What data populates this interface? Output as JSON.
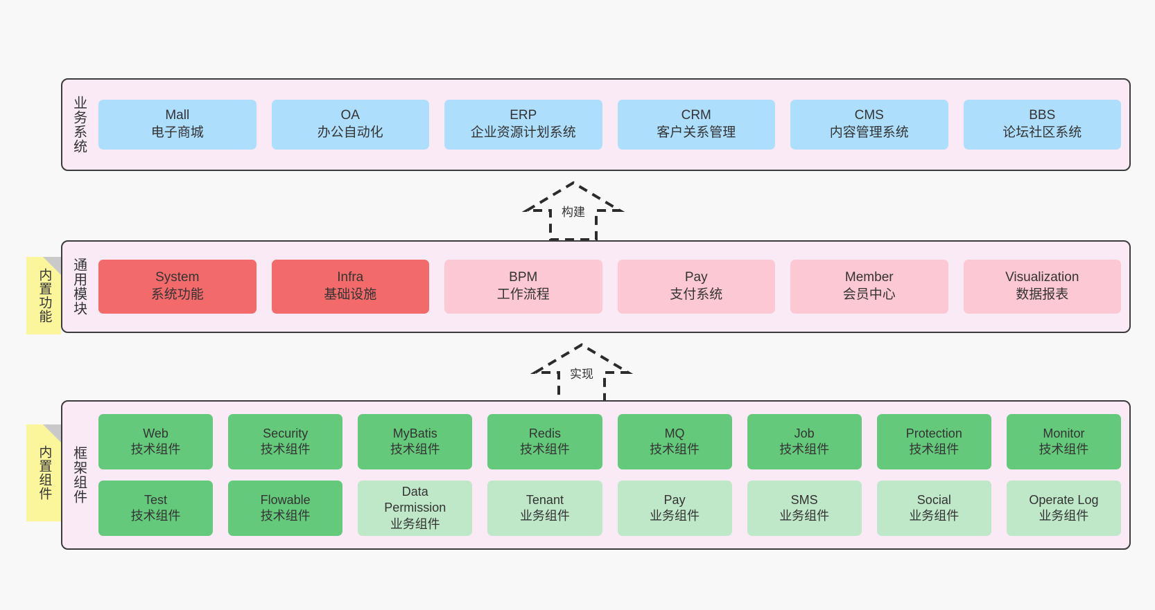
{
  "diagram": {
    "title": "System architecture layers",
    "background": "#f8f8f8"
  },
  "colors": {
    "panel_bg": "#f9eaf5",
    "panel_border": "#3b3b3b",
    "business_card": "#addefc",
    "core_module_card": "#f26a6a",
    "module_card": "#fbc8d3",
    "tech_component_card": "#65c97b",
    "business_component_card": "#bfe8c8",
    "note_bg": "#fbf59b",
    "note_fold": "#c9c9c9"
  },
  "layers": [
    {
      "id": "business",
      "title": "业务系统",
      "rows": [
        {
          "cards": [
            {
              "en": "Mall",
              "cn": "电子商城",
              "style": "c-blue"
            },
            {
              "en": "OA",
              "cn": "办公自动化",
              "style": "c-blue"
            },
            {
              "en": "ERP",
              "cn": "企业资源计划系统",
              "style": "c-blue"
            },
            {
              "en": "CRM",
              "cn": "客户关系管理",
              "style": "c-blue"
            },
            {
              "en": "CMS",
              "cn": "内容管理系统",
              "style": "c-blue"
            },
            {
              "en": "BBS",
              "cn": "论坛社区系统",
              "style": "c-blue"
            }
          ]
        }
      ]
    },
    {
      "id": "common",
      "title": "通用模块",
      "rows": [
        {
          "cards": [
            {
              "en": "System",
              "cn": "系统功能",
              "style": "c-red"
            },
            {
              "en": "Infra",
              "cn": "基础设施",
              "style": "c-red"
            },
            {
              "en": "BPM",
              "cn": "工作流程",
              "style": "c-pink"
            },
            {
              "en": "Pay",
              "cn": "支付系统",
              "style": "c-pink"
            },
            {
              "en": "Member",
              "cn": "会员中心",
              "style": "c-pink"
            },
            {
              "en": "Visualization",
              "cn": "数据报表",
              "style": "c-pink"
            }
          ]
        }
      ]
    },
    {
      "id": "framework",
      "title": "框架组件",
      "rows": [
        {
          "cards": [
            {
              "en": "Web",
              "cn": "技术组件",
              "style": "c-green"
            },
            {
              "en": "Security",
              "cn": "技术组件",
              "style": "c-green"
            },
            {
              "en": "MyBatis",
              "cn": "技术组件",
              "style": "c-green"
            },
            {
              "en": "Redis",
              "cn": "技术组件",
              "style": "c-green"
            },
            {
              "en": "MQ",
              "cn": "技术组件",
              "style": "c-green"
            },
            {
              "en": "Job",
              "cn": "技术组件",
              "style": "c-green"
            },
            {
              "en": "Protection",
              "cn": "技术组件",
              "style": "c-green"
            },
            {
              "en": "Monitor",
              "cn": "技术组件",
              "style": "c-green"
            }
          ]
        },
        {
          "cards": [
            {
              "en": "Test",
              "cn": "技术组件",
              "style": "c-green"
            },
            {
              "en": "Flowable",
              "cn": "技术组件",
              "style": "c-green"
            },
            {
              "en": "Data\nPermission",
              "cn": "业务组件",
              "style": "c-lightgreen"
            },
            {
              "en": "Tenant",
              "cn": "业务组件",
              "style": "c-lightgreen"
            },
            {
              "en": "Pay",
              "cn": "业务组件",
              "style": "c-lightgreen"
            },
            {
              "en": "SMS",
              "cn": "业务组件",
              "style": "c-lightgreen"
            },
            {
              "en": "Social",
              "cn": "业务组件",
              "style": "c-lightgreen"
            },
            {
              "en": "Operate Log",
              "cn": "业务组件",
              "style": "c-lightgreen"
            }
          ]
        }
      ]
    }
  ],
  "notes": [
    {
      "id": "note-common",
      "text": "内置功能"
    },
    {
      "id": "note-component",
      "text": "内置组件"
    }
  ],
  "arrows": [
    {
      "id": "arrow-build",
      "label": "构建"
    },
    {
      "id": "arrow-impl",
      "label": "实现"
    }
  ]
}
